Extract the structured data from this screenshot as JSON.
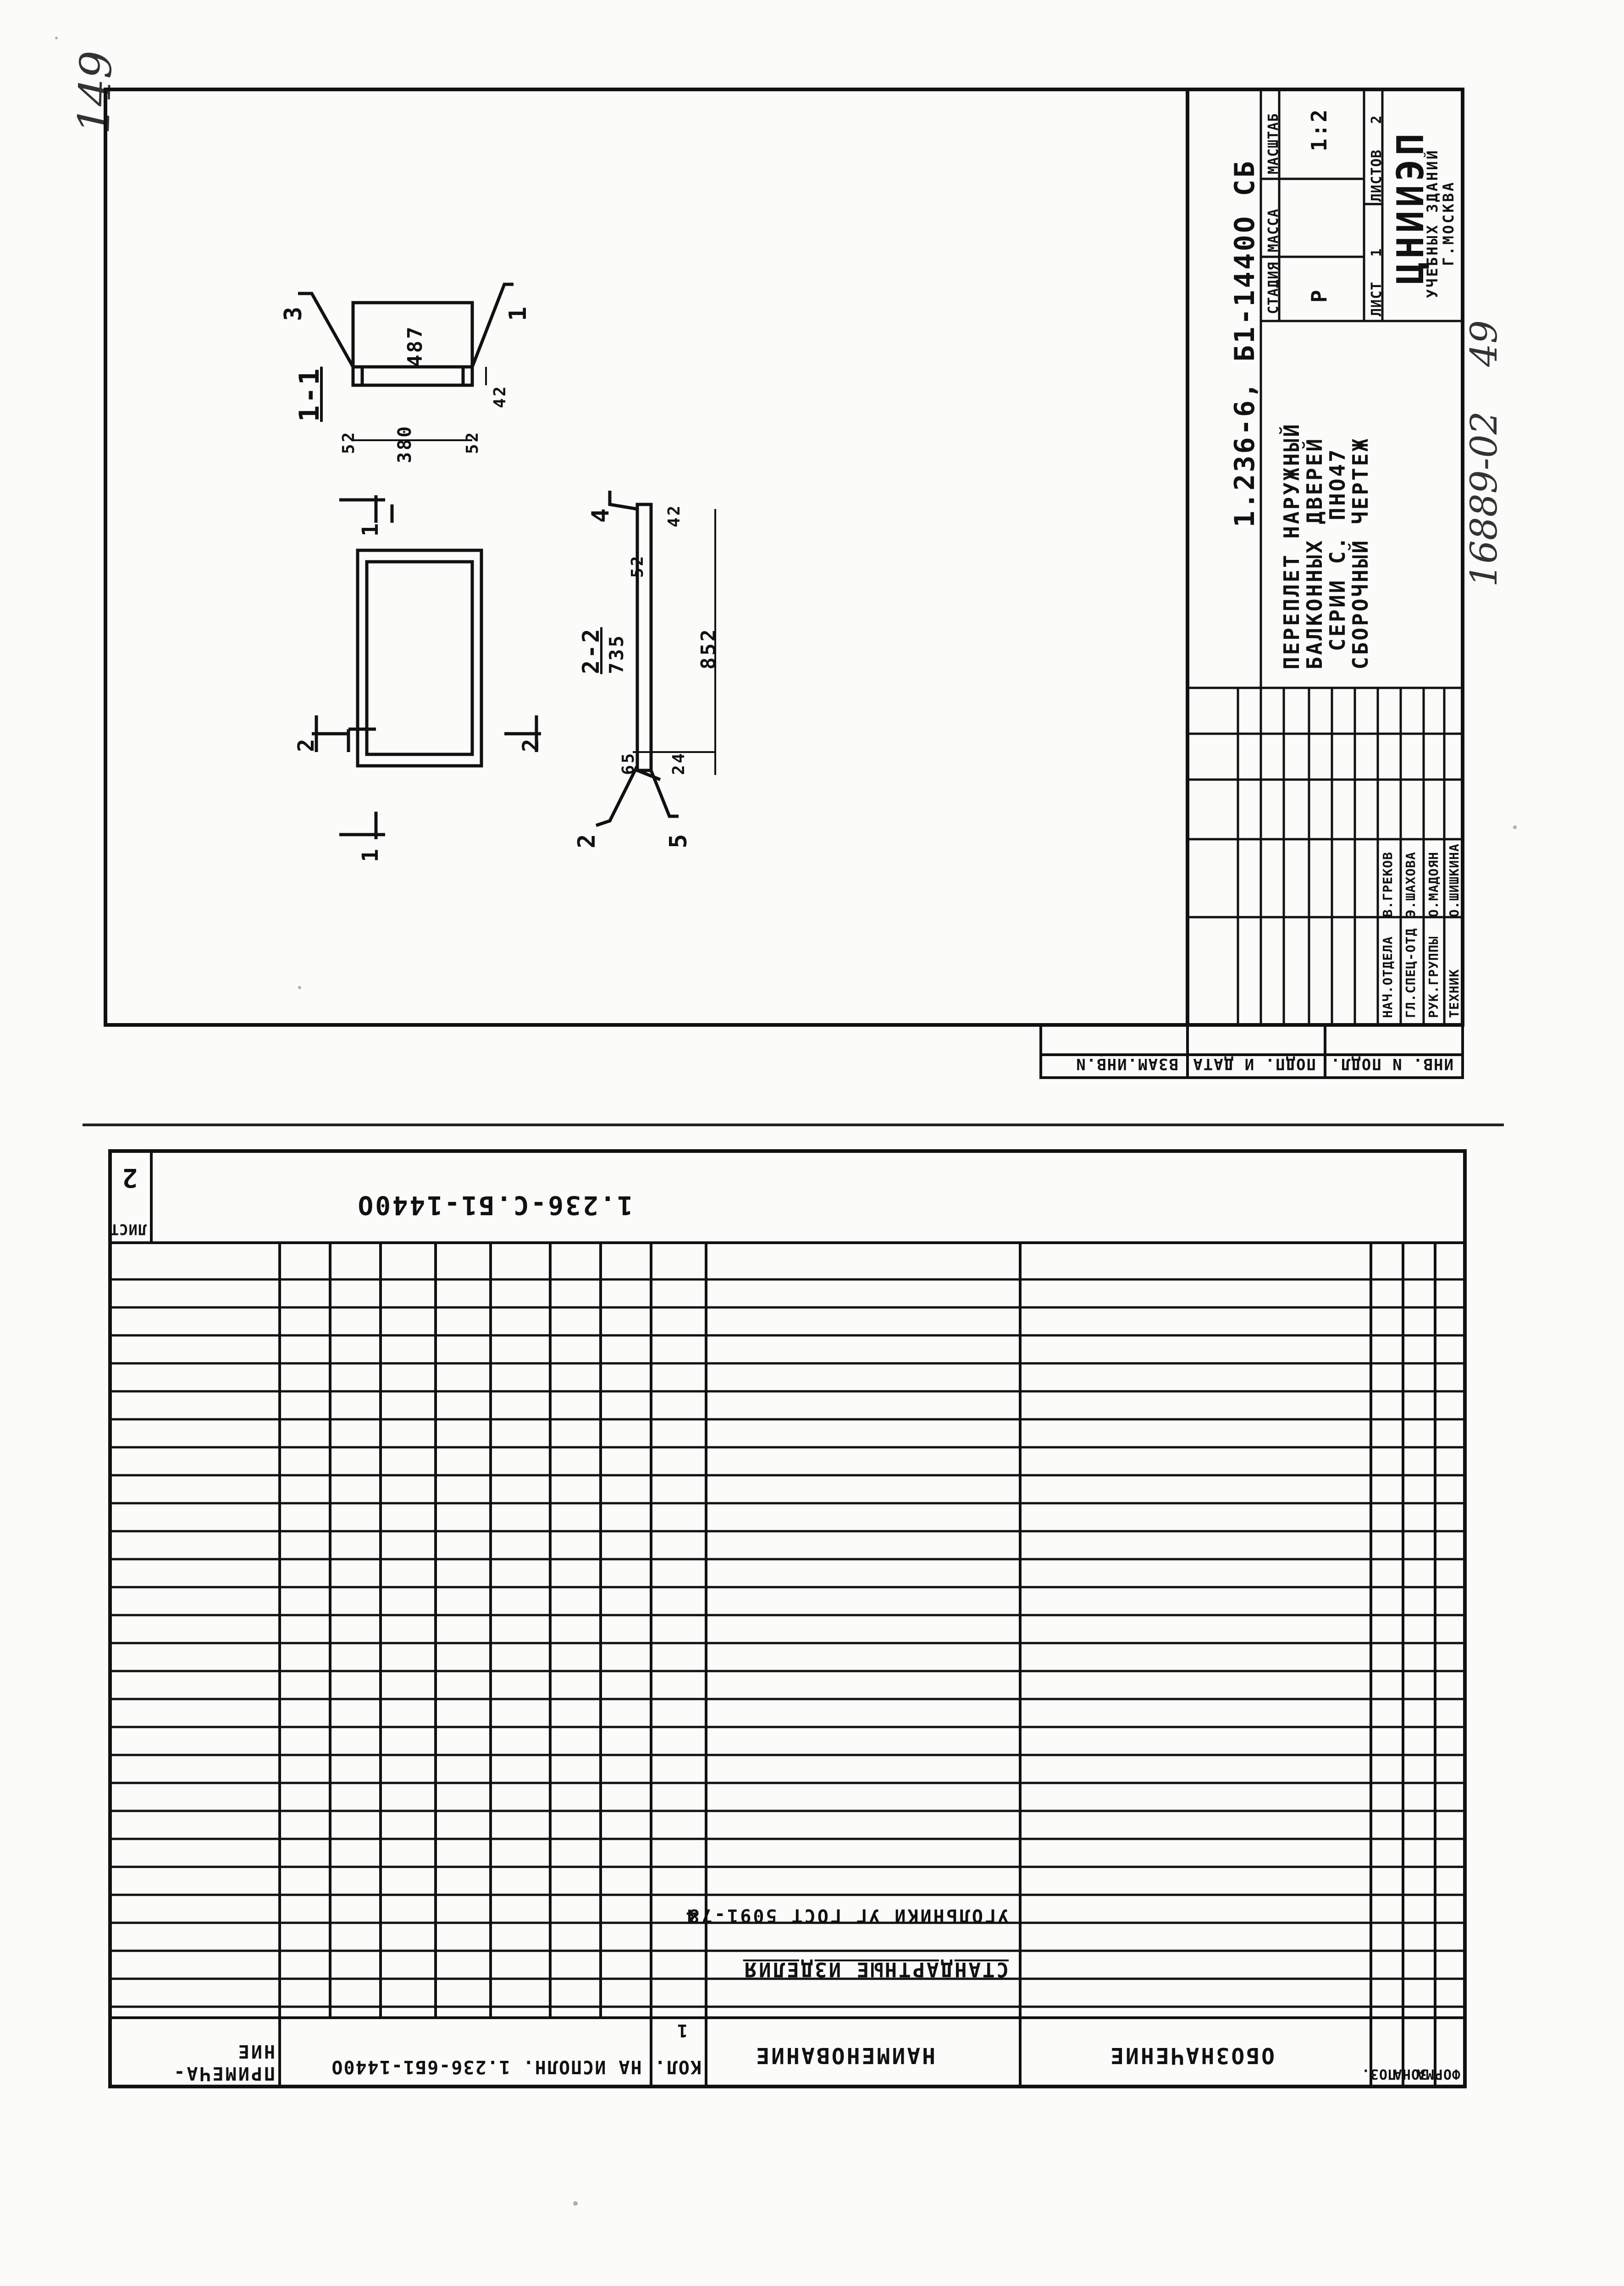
{
  "page_marks": {
    "sheet_number_hand": "149",
    "archive_number": "16889-02",
    "page_number": "49"
  },
  "upper_sheet": {
    "drawing": {
      "section_1_label": "1-1",
      "section_2_label": "2-2",
      "section_2_sub": "735",
      "callouts": [
        "1",
        "2",
        "3",
        "4",
        "5"
      ],
      "cut_marks": [
        "1",
        "1",
        "2",
        "2"
      ],
      "dims_section_1": [
        "487",
        "52",
        "380",
        "52",
        "42"
      ],
      "dims_section_2": [
        "65",
        "24",
        "852",
        "52",
        "42"
      ]
    },
    "title_block": {
      "designation": "1.236-6, Б1-1440О СБ",
      "title_lines": [
        "ПЕРЕПЛЕТ НАРУЖНЫЙ",
        "БАЛКОННЫХ ДВЕРЕЙ",
        "СЕРИИ С. ПНО47",
        "СБОРОЧНЫЙ ЧЕРТЕЖ"
      ],
      "stage_label": "СТАДИЯ",
      "mass_label": "МАССА",
      "scale_label": "МАСШТАБ",
      "stage_value": "Р",
      "scale_value": "1:2",
      "sheet_label": "ЛИСТ",
      "sheet_value": "1",
      "sheets_label": "ЛИСТОВ",
      "sheets_value": "2",
      "org_name": "ЦНИИЭП",
      "org_line2": "УЧЕБНЫХ ЗДАНИЙ",
      "org_city": "Г.МОСКВА",
      "signatures": [
        {
          "role": "НАЧ.ОТДЕЛА",
          "name": "В.ГРЕКОВ"
        },
        {
          "role": "ГЛ.СПЕЦ-ОТД",
          "name": "Э.ШАХОВА"
        },
        {
          "role": "РУК.ГРУППЫ",
          "name": "О.МАДОЯН"
        },
        {
          "role": "ТЕХНИК",
          "name": "О.ШИШКИНА"
        }
      ],
      "side_strip": [
        "ИНВ. N ПОДЛ.",
        "ПОДП. И ДАТА",
        "ВЗАМ.ИНВ.N"
      ]
    }
  },
  "lower_sheet": {
    "header_designation": "1.236-С.Б1-1440О",
    "sheet_label": "ЛИСТ",
    "sheet_value": "2",
    "columns": {
      "format": "ФОРМА",
      "zone": "ЗОНА",
      "pos": "ПОЗ.",
      "designation": "ОБОЗНАЧЕНИЕ",
      "name": "НАИМЕНОВАНИЕ",
      "qty_header": "КОЛ. НА ИСПОЛН. 1.236-6Б1-1440О",
      "qty_exec": "1",
      "note": "ПРИМЕЧА-\nНИЕ"
    },
    "rows": [
      {
        "name": "СТАНДАРТНЫЕ ИЗДЕЛИЯ",
        "qty": "",
        "underlined": true
      },
      {
        "name": "УГОЛЬНИКИ УГ ГОСТ 5091-78",
        "qty": "4",
        "underlined": false
      }
    ]
  }
}
